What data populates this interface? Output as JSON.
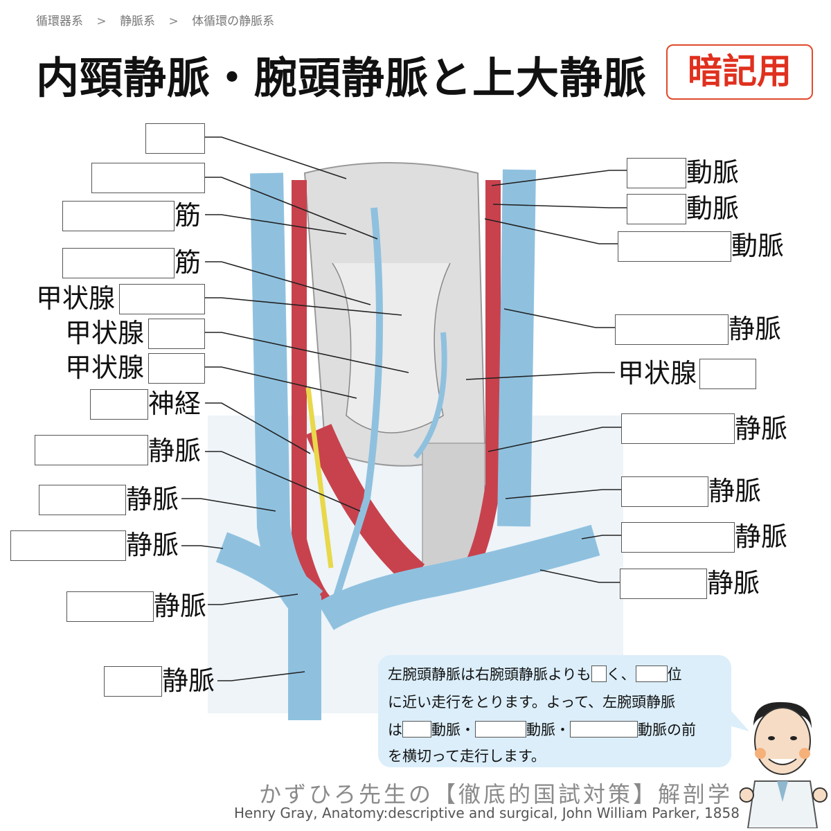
{
  "breadcrumb": [
    "循環器系",
    "静脈系",
    "体循環の静脈系"
  ],
  "breadcrumb_separator": ">",
  "title": "内頸静脈・腕頭静脈と上大静脈",
  "badge": "暗記用",
  "left_labels": {
    "l3": "筋",
    "l4": "筋",
    "l5": "甲状腺",
    "l6": "甲状腺",
    "l7": "甲状腺",
    "l8": "神経",
    "l9": "静脈",
    "l10": "静脈",
    "l11": "静脈",
    "l12": "静脈",
    "l13": "静脈"
  },
  "right_labels": {
    "r1": "動脈",
    "r2": "動脈",
    "r3": "動脈",
    "r4": "静脈",
    "r5": "甲状腺",
    "r6": "静脈",
    "r7": "静脈",
    "r8": "静脈",
    "r9": "静脈"
  },
  "note": {
    "line1_a": "左腕頭静脈は右腕頭静脈よりも",
    "line1_b": "く、",
    "line1_c": "位",
    "line2": "に近い走行をとります。よって、左腕頭静脈",
    "line3_a": "は",
    "line3_b": "動脈・",
    "line3_c": "動脈・",
    "line3_d": "動脈の前",
    "line4": "を横切って走行します。"
  },
  "brand": "かずひろ先生の【徹底的国試対策】解剖学",
  "credit": "Henry Gray, Anatomy:descriptive and surgical, John William Parker, 1858",
  "colors": {
    "vein": "#8fc1df",
    "artery": "#c8424d",
    "nerve": "#e8d84a",
    "accent": "#e0301e",
    "bubble": "#dbeefa"
  }
}
